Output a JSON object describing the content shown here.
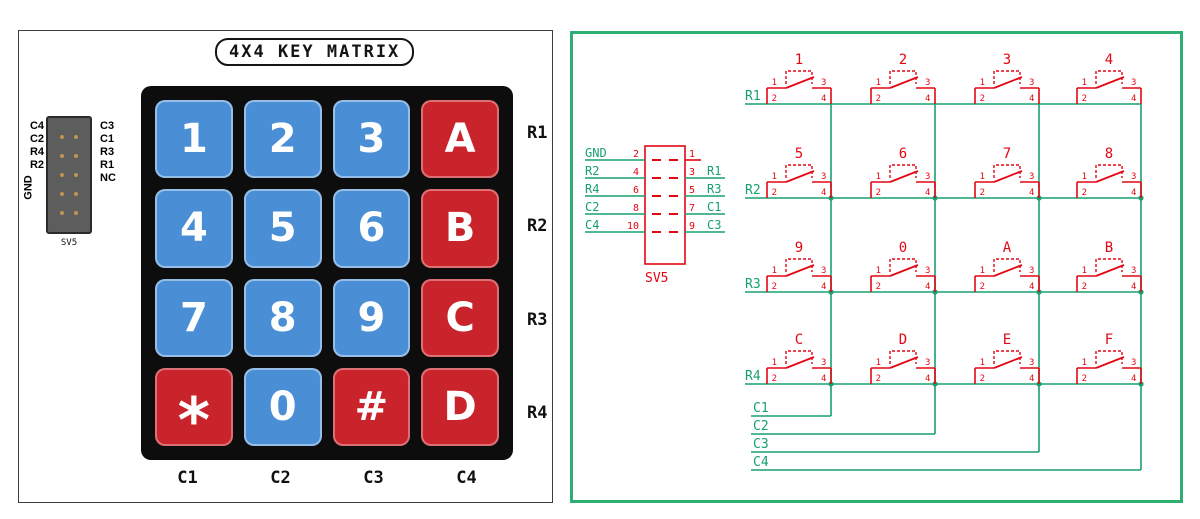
{
  "left_panel": {
    "title": "4X4 KEY MATRIX",
    "connector": {
      "name": "SV5",
      "left_pins": [
        "C4",
        "C2",
        "R4",
        "R2",
        "GND"
      ],
      "right_pins": [
        "C3",
        "C1",
        "R3",
        "R1",
        "NC"
      ]
    },
    "keys": [
      {
        "label": "1",
        "variant": "blue"
      },
      {
        "label": "2",
        "variant": "blue"
      },
      {
        "label": "3",
        "variant": "blue"
      },
      {
        "label": "A",
        "variant": "red"
      },
      {
        "label": "4",
        "variant": "blue"
      },
      {
        "label": "5",
        "variant": "blue"
      },
      {
        "label": "6",
        "variant": "blue"
      },
      {
        "label": "B",
        "variant": "red"
      },
      {
        "label": "7",
        "variant": "blue"
      },
      {
        "label": "8",
        "variant": "blue"
      },
      {
        "label": "9",
        "variant": "blue"
      },
      {
        "label": "C",
        "variant": "red"
      },
      {
        "label": "*",
        "variant": "red"
      },
      {
        "label": "0",
        "variant": "blue"
      },
      {
        "label": "#",
        "variant": "red"
      },
      {
        "label": "D",
        "variant": "red"
      }
    ],
    "row_labels": [
      "R1",
      "R2",
      "R3",
      "R4"
    ],
    "col_labels": [
      "C1",
      "C2",
      "C3",
      "C4"
    ],
    "colors": {
      "blue_key": "#4a8fd6",
      "red_key": "#c9242b",
      "keypad_bg": "#0d0d0d"
    }
  },
  "schematic": {
    "connector": {
      "name": "SV5",
      "left_pins": [
        {
          "net": "GND",
          "pin": "2"
        },
        {
          "net": "R2",
          "pin": "4"
        },
        {
          "net": "R4",
          "pin": "6"
        },
        {
          "net": "C2",
          "pin": "8"
        },
        {
          "net": "C4",
          "pin": "10"
        }
      ],
      "right_pins": [
        {
          "pin": "1",
          "net": ""
        },
        {
          "pin": "3",
          "net": "R1"
        },
        {
          "pin": "5",
          "net": "R3"
        },
        {
          "pin": "7",
          "net": "C1"
        },
        {
          "pin": "9",
          "net": "C3"
        }
      ]
    },
    "switches": [
      [
        "1",
        "2",
        "3",
        "4"
      ],
      [
        "5",
        "6",
        "7",
        "8"
      ],
      [
        "9",
        "0",
        "A",
        "B"
      ],
      [
        "C",
        "D",
        "E",
        "F"
      ]
    ],
    "switch_pins": [
      "1",
      "2",
      "3",
      "4"
    ],
    "row_nets": [
      "R1",
      "R2",
      "R3",
      "R4"
    ],
    "col_nets": [
      "C1",
      "C2",
      "C3",
      "C4"
    ],
    "colors": {
      "wire": "#18a071",
      "symbol": "#e30613",
      "border": "#2fae72"
    }
  }
}
